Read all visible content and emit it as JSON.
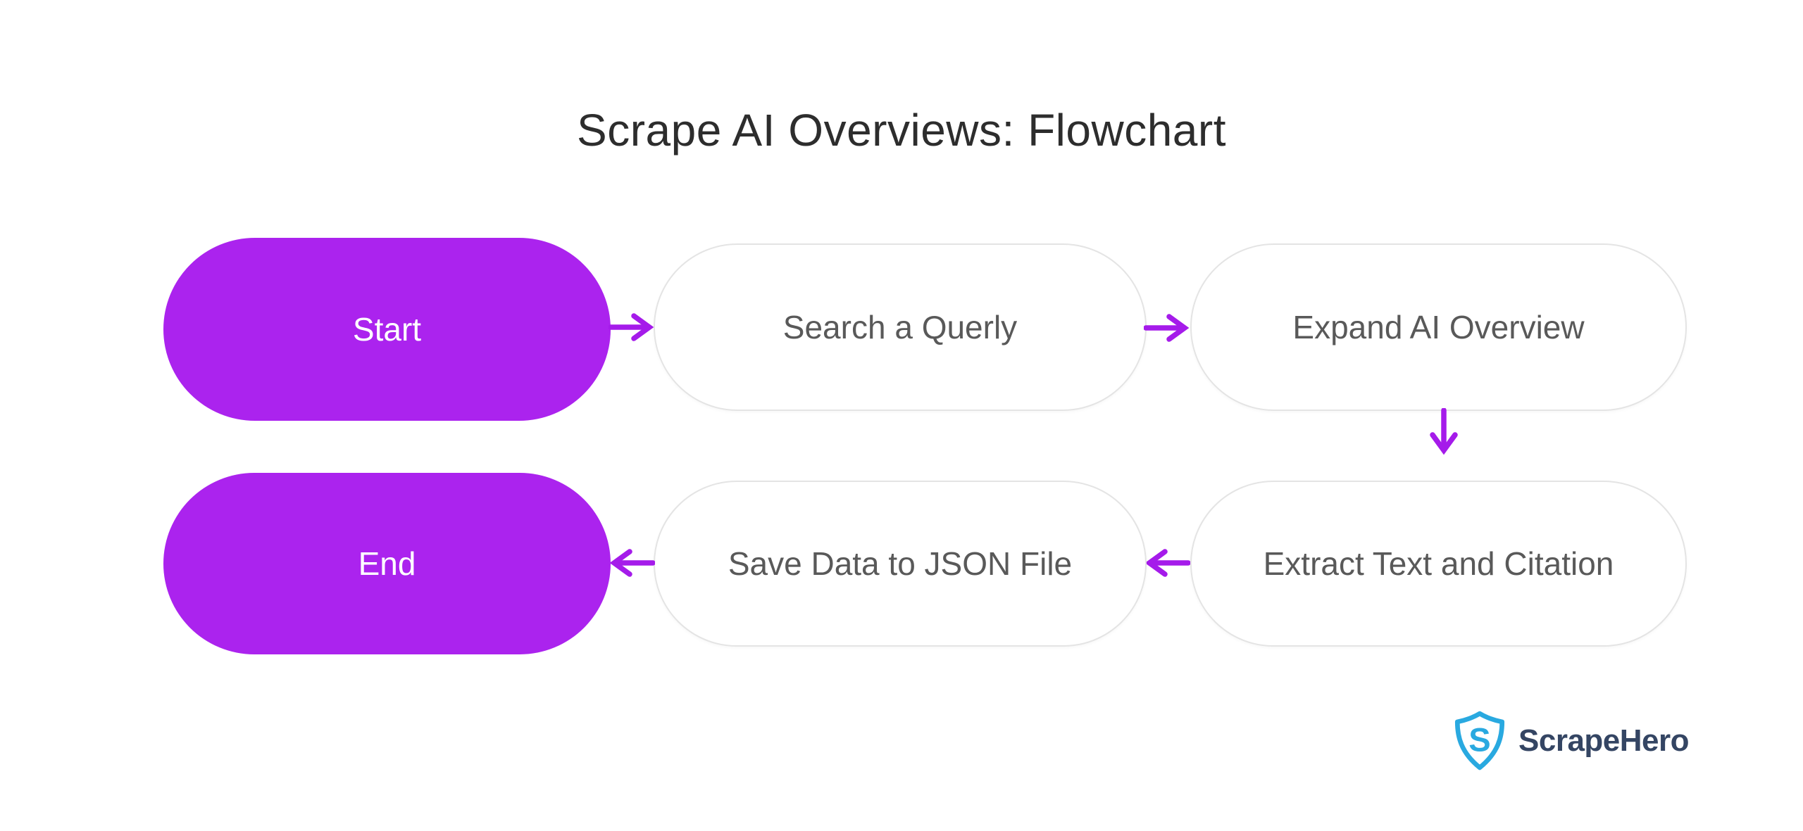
{
  "title": "Scrape AI Overviews: Flowchart",
  "flowchart": {
    "nodes": [
      {
        "id": "start",
        "label": "Start",
        "type": "terminal"
      },
      {
        "id": "search",
        "label": "Search a Querly",
        "type": "process"
      },
      {
        "id": "expand",
        "label": "Expand AI Overview",
        "type": "process"
      },
      {
        "id": "extract",
        "label": "Extract Text and Citation",
        "type": "process"
      },
      {
        "id": "save",
        "label": "Save Data to JSON File",
        "type": "process"
      },
      {
        "id": "end",
        "label": "End",
        "type": "terminal"
      }
    ],
    "edges": [
      {
        "from": "Start",
        "to": "Search a Querly",
        "direction": "right"
      },
      {
        "from": "Search a Querly",
        "to": "Expand AI Overview",
        "direction": "right"
      },
      {
        "from": "Expand AI Overview",
        "to": "Extract Text and Citation",
        "direction": "down"
      },
      {
        "from": "Extract Text and Citation",
        "to": "Save Data to JSON File",
        "direction": "left"
      },
      {
        "from": "Save Data to JSON File",
        "to": "End",
        "direction": "left"
      }
    ]
  },
  "logo": {
    "brand": "ScrapeHero",
    "icon": "shield-s-icon",
    "icon_letter": "S"
  },
  "colors": {
    "background": "#FFFFFF",
    "terminal_fill": "#AB23EE",
    "terminal_text": "#FFFFFF",
    "process_fill": "#FFFFFF",
    "process_border": "#E4E4E4",
    "process_text": "#595959",
    "arrow": "#A51BEA",
    "title_text": "#2D2D2D",
    "logo_icon": "#29A9E0",
    "logo_text": "#344563"
  }
}
